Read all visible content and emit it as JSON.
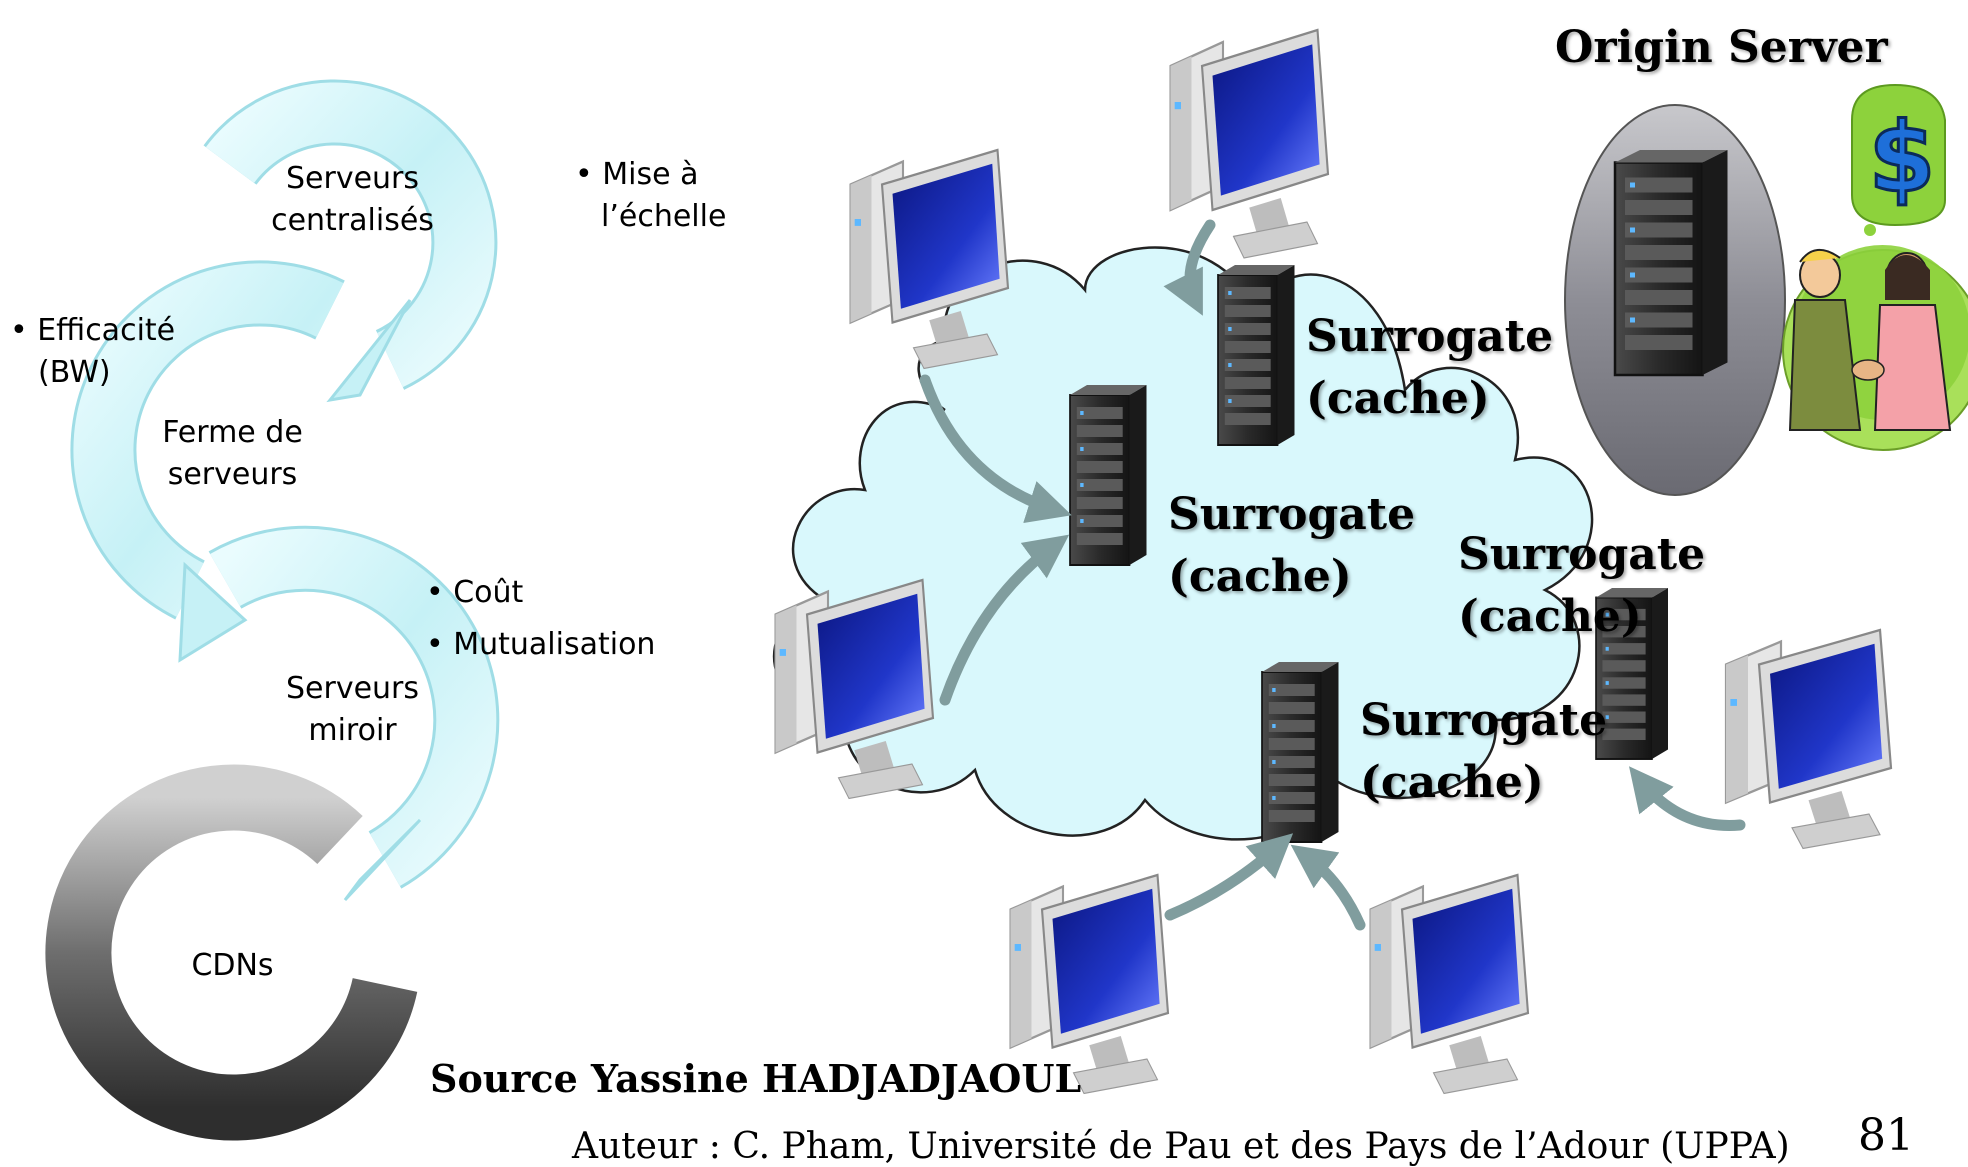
{
  "evolution": {
    "steps": [
      {
        "label_line1": "Serveurs",
        "label_line2": "centralisés"
      },
      {
        "label_line1": "Ferme de",
        "label_line2": "serveurs"
      },
      {
        "label_line1": "Serveurs",
        "label_line2": "miroir"
      },
      {
        "label_line1": "CDNs",
        "label_line2": ""
      }
    ],
    "bullets": {
      "scale_line1": "• Mise à",
      "scale_line2": "l’échelle",
      "efficiency_line1": "• Efficacité",
      "efficiency_line2": "(BW)",
      "cost": "• Coût",
      "pooling": "• Mutualisation"
    },
    "colors": {
      "arrow_light": "#d4f5f8",
      "arrow_light_edge": "#9fdde6",
      "arrow_dark": "#555555"
    }
  },
  "cdn": {
    "origin_title": "Origin Server",
    "surrogates": [
      {
        "line1": "Surrogate",
        "line2": "(cache)"
      },
      {
        "line1": "Surrogate",
        "line2": "(cache)"
      },
      {
        "line1": "Surrogate",
        "line2": "(cache)"
      },
      {
        "line1": "Surrogate",
        "line2": "(cache)"
      }
    ],
    "dollar_sign": "$",
    "colors": {
      "cloud": "#d9f8fc",
      "arrow": "#809d9e",
      "screen": "#1b2fb8"
    }
  },
  "source": "Source Yassine HADJADJAOUL",
  "footer": "Auteur : C. Pham, Université de Pau et des Pays de l’Adour (UPPA)",
  "page_number": "81"
}
